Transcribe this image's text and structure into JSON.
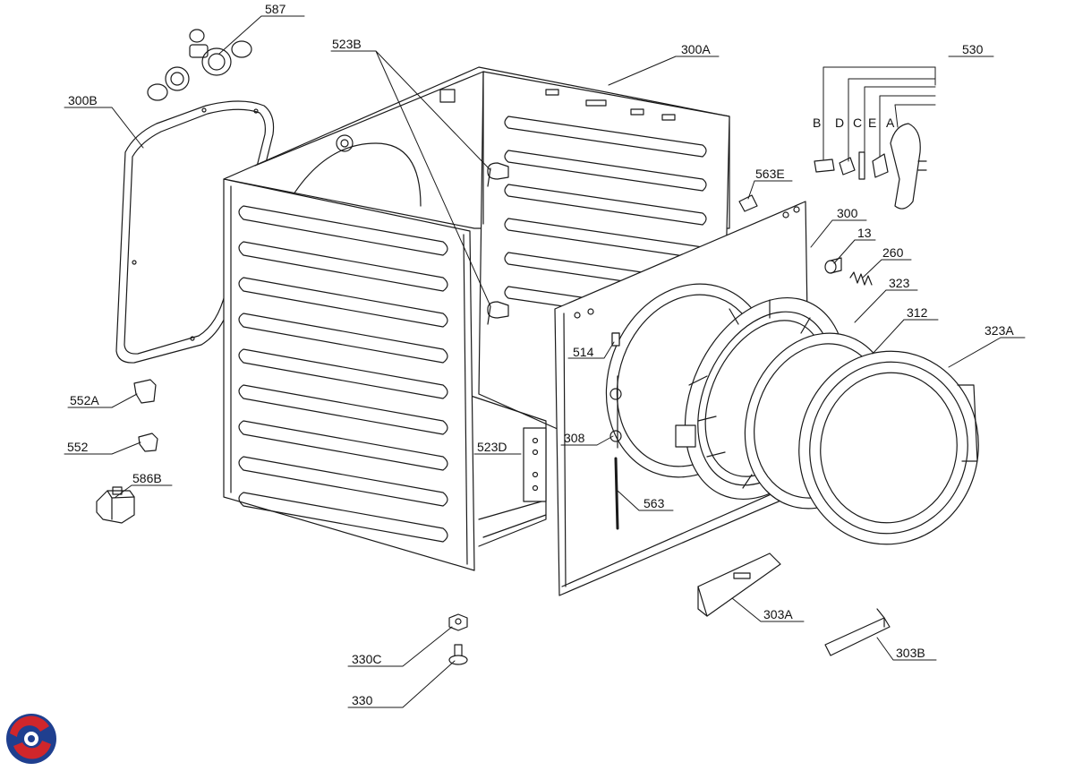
{
  "labels": {
    "p587": "587",
    "p523B": "523B",
    "p300A": "300A",
    "p530": "530",
    "p300B": "300B",
    "p563E": "563E",
    "p300": "300",
    "p13": "13",
    "p260": "260",
    "p323": "323",
    "p312": "312",
    "p323A": "323A",
    "p514": "514",
    "p552A": "552A",
    "p552": "552",
    "p523D": "523D",
    "p308": "308",
    "p586B": "586B",
    "p563": "563",
    "p303A": "303A",
    "p303B": "303B",
    "p330C": "330C",
    "p330": "330"
  },
  "letters": {
    "B": "B",
    "D": "D",
    "C": "C",
    "E": "E",
    "A": "A"
  },
  "colors": {
    "line": "#1a1a1a",
    "fill": "#ffffff",
    "logo_red": "#d0262b",
    "logo_blue": "#1f3f8f"
  }
}
